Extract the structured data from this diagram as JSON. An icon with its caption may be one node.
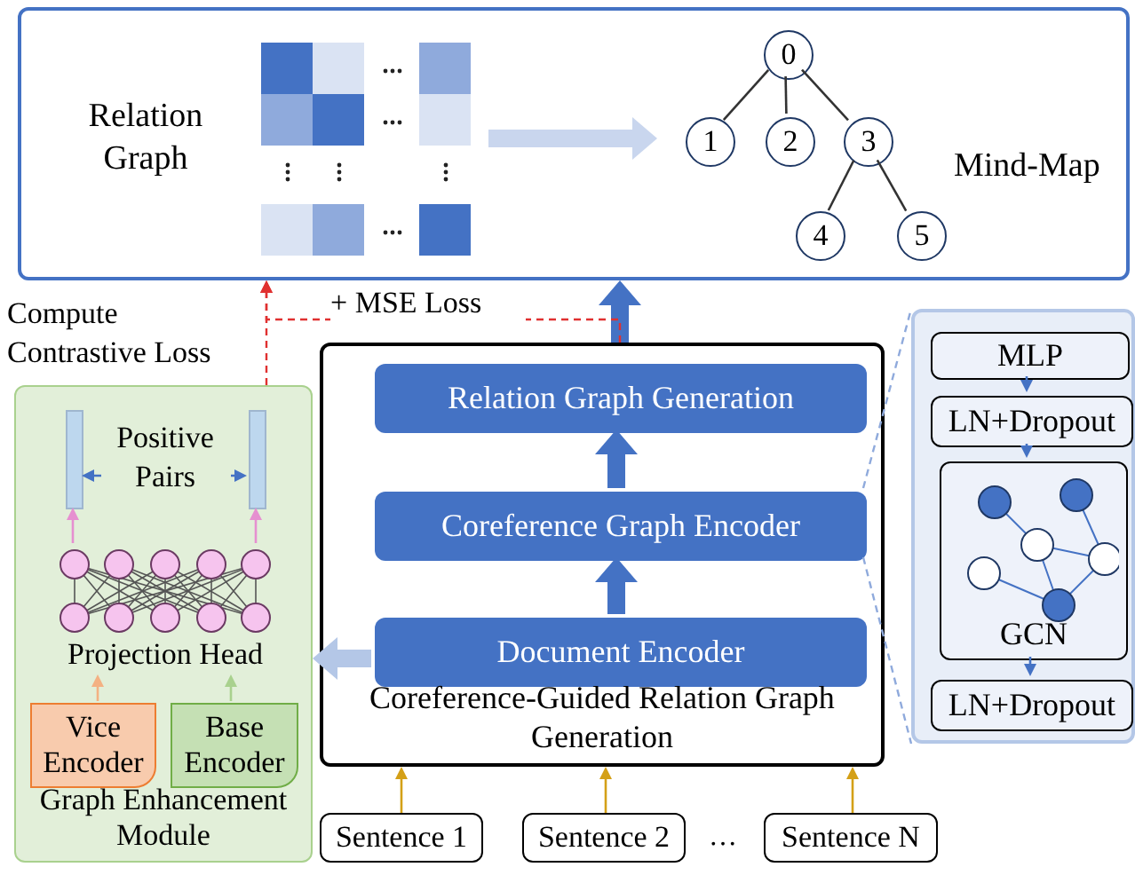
{
  "diagram": {
    "nodes": [
      {
        "text": [],
        "shape": "box"
      },
      {
        "text": [],
        "shape": "picture",
        "in": 0,
        "beside": [
          "Relation Graph"
        ]
      },
      {
        "text": [],
        "shape": "picture",
        "in": 0,
        "beside": [
          "Mind-Map"
        ]
      },
      {
        "text": [
          "0"
        ],
        "in": 2
      },
      {
        "text": [
          "1"
        ],
        "in": 2
      },
      {
        "text": [
          "2"
        ],
        "in": 2
      },
      {
        "text": [
          "3"
        ],
        "in": 2
      },
      {
        "text": [
          "4"
        ],
        "in": 2
      },
      {
        "text": [
          "5"
        ],
        "in": 2
      },
      {
        "text": [
          "Coreference-Guided Relation Graph Generation"
        ]
      },
      {
        "text": [
          "Relation Graph Generation"
        ],
        "in": 9
      },
      {
        "text": [
          "Coreference Graph Encoder"
        ],
        "in": 9
      },
      {
        "text": [
          "Document Encoder"
        ],
        "in": 9
      },
      {
        "text": [
          "Sentence 1"
        ]
      },
      {
        "text": [
          "Sentence 2"
        ]
      },
      {
        "text": [
          "Sentence N"
        ]
      },
      {
        "text": [],
        "shape": "box"
      },
      {
        "text": [
          "MLP"
        ],
        "in": 16
      },
      {
        "text": [
          "LN+Dropout"
        ],
        "in": 16
      },
      {
        "text": [
          "GCN"
        ],
        "in": 16
      },
      {
        "text": [
          "LN+Dropout"
        ],
        "in": 16
      },
      {
        "text": [
          "Graph Enhancement Module"
        ]
      },
      {
        "text": [],
        "shape": "bar",
        "in": 21
      },
      {
        "text": [],
        "shape": "bar",
        "in": 21
      },
      {
        "text": [
          "Projection Head"
        ],
        "in": 21
      },
      {
        "text": [
          "Vice Encoder"
        ],
        "in": 21
      },
      {
        "text": [
          "Base Encoder"
        ],
        "in": 21
      }
    ],
    "edges": [
      {
        "from": 1,
        "to": 2,
        "arrow": "to",
        "style": "thick",
        "color": "#c9d6ee"
      },
      {
        "from": 3,
        "to": 4,
        "arrow": "none",
        "color": "#333333"
      },
      {
        "from": 3,
        "to": 5,
        "arrow": "none",
        "color": "#333333"
      },
      {
        "from": 3,
        "to": 6,
        "arrow": "none",
        "color": "#333333"
      },
      {
        "from": 6,
        "to": 7,
        "arrow": "none",
        "color": "#333333"
      },
      {
        "from": 6,
        "to": 8,
        "arrow": "none",
        "color": "#333333"
      },
      {
        "from": 12,
        "to": 11,
        "arrow": "to",
        "style": "thick",
        "color": "#4472c4"
      },
      {
        "from": 11,
        "to": 10,
        "arrow": "to",
        "style": "thick",
        "color": "#4472c4"
      },
      {
        "from": 9,
        "to": 0,
        "arrow": "to",
        "style": "thick",
        "color": "#4472c4"
      },
      {
        "from": 13,
        "to": 9,
        "arrow": "to",
        "color": "#d4a017"
      },
      {
        "from": 14,
        "to": 9,
        "arrow": "to",
        "color": "#d4a017"
      },
      {
        "from": 15,
        "to": 9,
        "arrow": "to",
        "color": "#d4a017"
      },
      {
        "from": 17,
        "to": 18,
        "arrow": "to",
        "color": "#4472c4"
      },
      {
        "from": 18,
        "to": 19,
        "arrow": "to",
        "color": "#4472c4"
      },
      {
        "from": 19,
        "to": 20,
        "arrow": "to",
        "color": "#4472c4"
      },
      {
        "from": 11,
        "to": 16,
        "arrow": "none",
        "style": "dashed",
        "color": "#8faadc"
      },
      {
        "from": 11,
        "to": 16,
        "arrow": "none",
        "style": "dashed",
        "color": "#8faadc"
      },
      {
        "from": 12,
        "to": 21,
        "arrow": "to",
        "style": "thick",
        "color": "#b4c7e7"
      },
      {
        "from": 22,
        "to": 23,
        "arrow": "both",
        "style": "dashed",
        "color": "#4472c4",
        "label": "Positive Pairs"
      },
      {
        "from": 24,
        "to": 22,
        "arrow": "to",
        "color": "#e68fd0"
      },
      {
        "from": 24,
        "to": 23,
        "arrow": "to",
        "color": "#e68fd0"
      },
      {
        "from": 25,
        "to": 24,
        "arrow": "to",
        "color": "#f4b183"
      },
      {
        "from": 26,
        "to": 24,
        "arrow": "to",
        "color": "#a9d18e"
      },
      {
        "from": 21,
        "to": 0,
        "arrow": "to",
        "style": "dashed",
        "color": "#e03030",
        "label": "Compute Contrastive Loss"
      },
      {
        "from": 9,
        "to": 0,
        "arrow": "to",
        "style": "dashed",
        "color": "#e03030",
        "label": "+ MSE Loss"
      }
    ],
    "labels": [
      "…"
    ]
  }
}
